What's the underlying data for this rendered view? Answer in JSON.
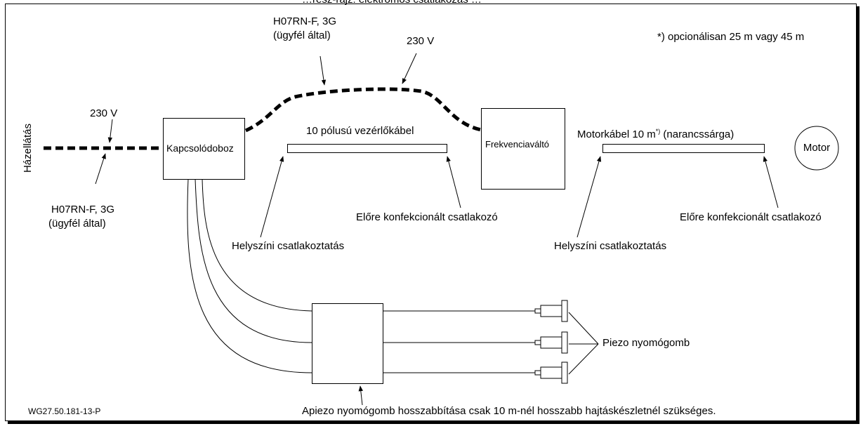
{
  "title_fragment": "…rész-rajz: elektromos csatlakozás …",
  "note": "*) opcionálisan 25 m vagy 45 m",
  "left_label_vertical": "Házellátás",
  "supply_left": {
    "voltage": "230 V",
    "cable_line1": "H07RN-F, 3G",
    "cable_line2": "(ügyfél által)"
  },
  "supply_top": {
    "cable_line1": "H07RN-F, 3G",
    "cable_line2": "(ügyfél által)",
    "voltage": "230 V"
  },
  "boxes": {
    "junction": "Kapcsolódoboz",
    "inverter": "Frekvenciaváltó",
    "motor": "Motor"
  },
  "control_cable": {
    "title": "10 pólusú vezérlőkábel",
    "site_connection": "Helyszíni csatlakoztatás",
    "prefab_connector": "Előre konfekcionált csatlakozó"
  },
  "motor_cable": {
    "title": "Motorkábel 10 m",
    "title_sup": "*)",
    "title_suffix": " (narancssárga)",
    "site_connection": "Helyszíni csatlakoztatás",
    "prefab_connector": "Előre konfekcionált csatlakozó"
  },
  "piezo_label": "Piezo nyomógomb",
  "extension_note": "Apiezo nyomógomb hosszabbítása csak 10 m-nél hosszabb hajtáskészletnél szükséges.",
  "drawing_id": "WG27.50.181-13-P"
}
